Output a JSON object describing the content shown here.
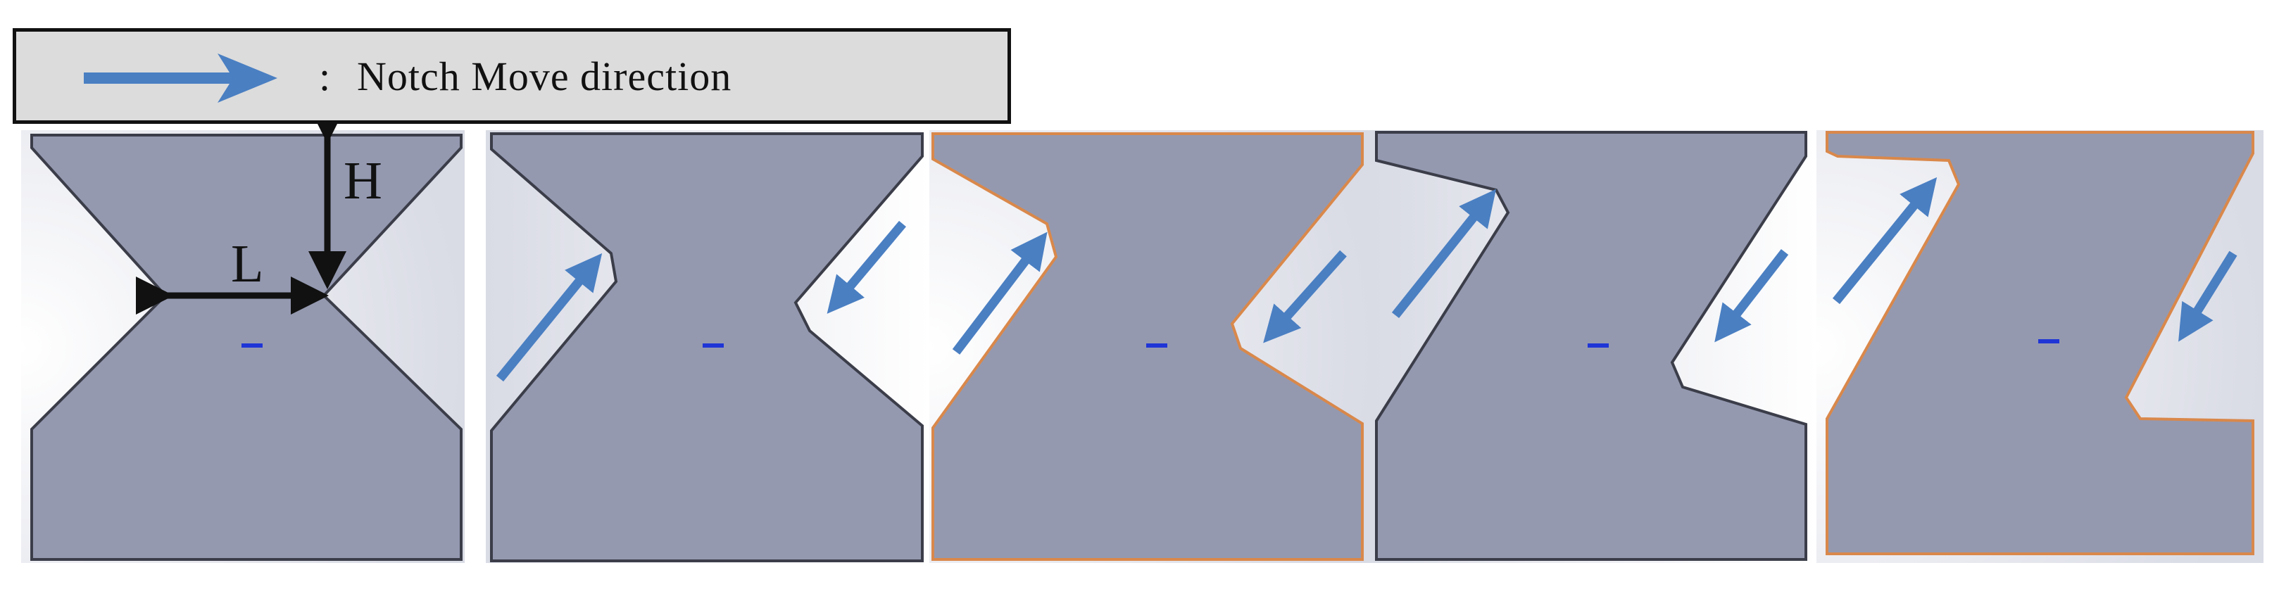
{
  "legend": {
    "arrow_icon": "blue-arrow-icon",
    "colon": ":",
    "label": "Notch Move direction"
  },
  "dimensions": {
    "length_label": "L",
    "height_label": "H"
  },
  "colors": {
    "specimen_fill": "#9499b0",
    "arrow_blue": "#4a7fc2",
    "outline_orange": "#d9884b",
    "center_mark": "#1f35d6",
    "legend_bg": "#dcdcdc"
  },
  "panels": [
    {
      "name": "panel-1-symmetric",
      "notch": "symmetric V-notch with dimensions"
    },
    {
      "name": "panel-2",
      "notch": "left notch shifted upward, right notch shifted downward"
    },
    {
      "name": "panel-3",
      "notch": "further offset notches"
    },
    {
      "name": "panel-4",
      "notch": "further offset notches"
    },
    {
      "name": "panel-5",
      "notch": "maximum offset notches"
    }
  ]
}
